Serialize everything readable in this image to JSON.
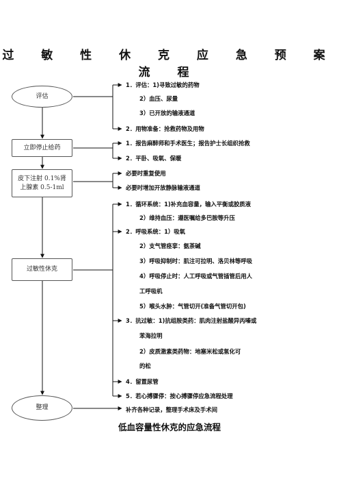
{
  "title": "过 敏 性 休 克 应 急 预 案 流 程",
  "nodes": {
    "assess": "评估",
    "stop": "立即停止给药",
    "inject_1": "皮下注射 0.1%肾",
    "inject_2": "上腺素 0.5-1ml",
    "shock": "过敏性休克",
    "organize": "整理"
  },
  "items": {
    "assess_1": "1．评估：1)寻致过敏的药物",
    "assess_2": "2）血压、尿量",
    "assess_3": "3）已开放的输液通道",
    "assess_4": "2．用物准备：抢救药物及用物",
    "stop_1": "1．报告麻醉师和手术医生；报告护士长组织抢救",
    "stop_2": "2．平卧、吸氧、保暖",
    "inject_1": "必要时重复使用",
    "inject_2": "必要时增加开放静脉输液通道",
    "shock_1": "1．循环系统：1)补充血容量，输入平衡或胶质液",
    "shock_2": "2）维持血压：遵医嘱给多巴胺等升压",
    "shock_3": "2．呼吸系统：1）吸氧",
    "shock_4": "2）支气管痉挛：氨茶碱",
    "shock_5": "3）呼吸抑制时：肌注可拉明、洛贝林等呼吸",
    "shock_6": "4）呼吸停止时：人工呼吸或气管插管后用人",
    "shock_7": "工呼吸机",
    "shock_8": "5）喉头水肿：气管切开(准备气管切开包)",
    "shock_9": "3．抗过敏：1)抗组胺类药：肌肉注射盐酸异丙嗪或",
    "shock_10": "苯海拉明",
    "shock_11": "2）皮质激素类药物：地塞米松或氢化可",
    "shock_12": "的松",
    "shock_13": "4．留置尿管",
    "shock_14": "5．若心搏骤停：按心搏骤停应急流程处理",
    "organize_1": "补齐各种记录，整理手术床及手术间"
  },
  "footer": "低血容量性休克的应急流程"
}
